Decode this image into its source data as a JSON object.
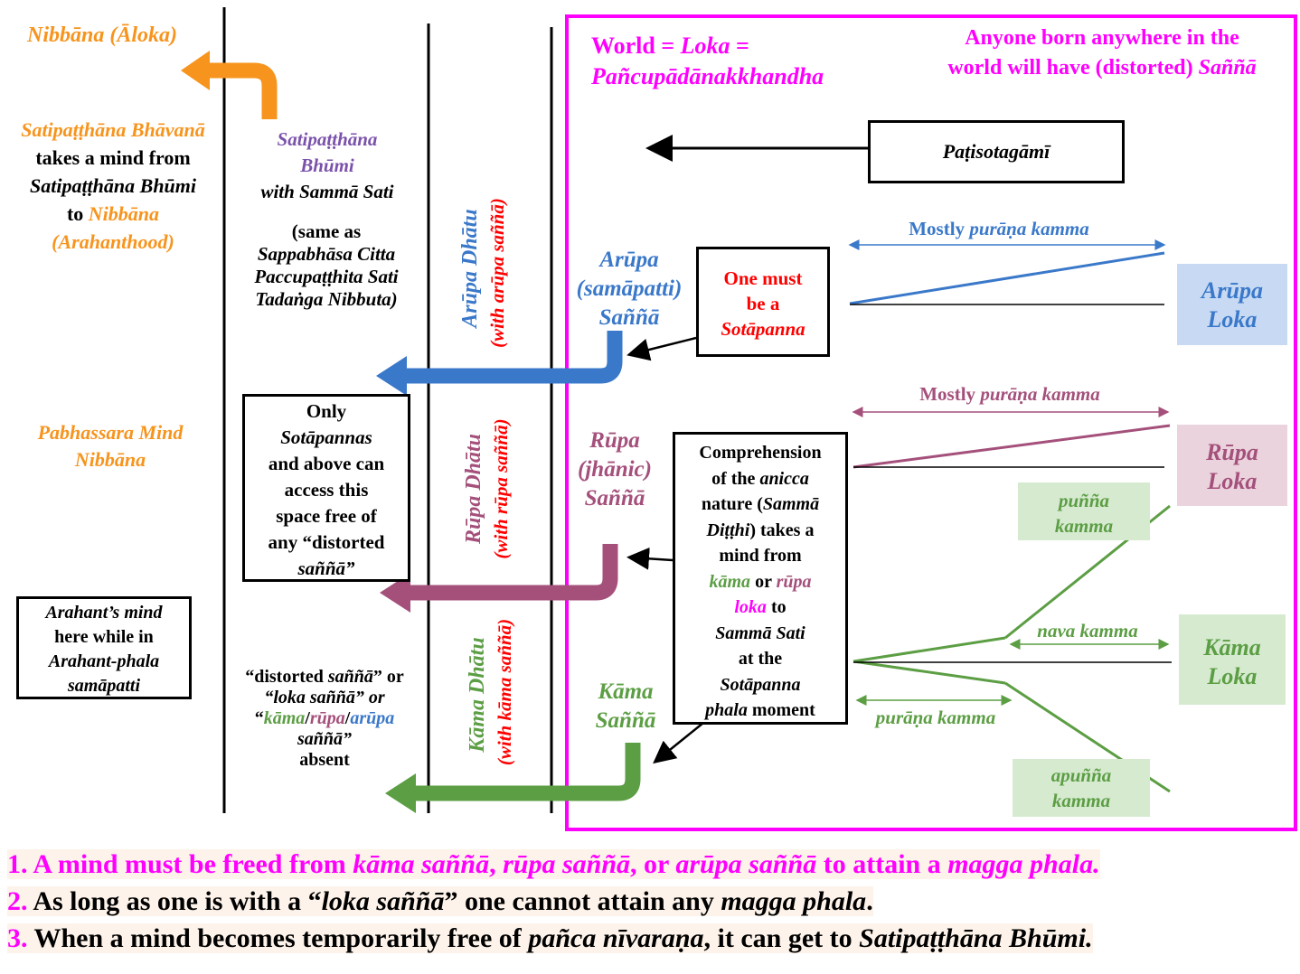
{
  "title_world_1": "World = ",
  "title_world_loka": "Loka",
  "title_world_2": " =",
  "title_world_3": "Pañcupādānakkhandha",
  "anyone_1": "Anyone born anywhere in the",
  "anyone_2": "world will have (distorted) ",
  "anyone_sanna": "Saññā",
  "nibbana_aloka": "Nibbāna (Āloka)",
  "sb_1": "Satipaṭṭhāna Bhāvanā",
  "sb_2": "takes a mind from",
  "sb_3": "Satipaṭṭhāna Bhūmi",
  "sb_4a": "to ",
  "sb_4b": "Nibbāna",
  "sb_5": "(Arahanthood)",
  "bhumi_1": "Satipaṭṭhāna",
  "bhumi_2": "Bhūmi",
  "bhumi_3": "with Sammā Sati",
  "same_1": "(same as",
  "same_2": "Sappabhāsa Citta",
  "same_3": "Paccupaṭṭhita Sati",
  "same_4": "Tadaṅga Nibbuta)",
  "pab_1": "Pabhassara Mind",
  "pab_2": "Nibbāna",
  "only": [
    "Only",
    "Sotāpannas",
    "and above can",
    "access this",
    "space free of",
    "any “distorted",
    "saññā”"
  ],
  "arahant": [
    "Arahant’s mind",
    "here while in",
    "Arahant-phala",
    "samāpatti"
  ],
  "distorted_1": "“distorted ",
  "distorted_1s": "saññā",
  "distorted_1e": "” or",
  "distorted_2": "“loka saññā” or",
  "distorted_3a": "“",
  "distorted_3k": "kāma",
  "distorted_3r": "rūpa",
  "distorted_3ar": "arūpa",
  "distorted_4": "saññā”",
  "distorted_5": "absent",
  "arupa_dhatu": "Arūpa Dhātu",
  "arupa_dhatu_sub": "(with arūpa saññā)",
  "rupa_dhatu": "Rūpa Dhātu",
  "rupa_dhatu_sub": "(with rūpa saññā)",
  "kama_dhatu": "Kāma Dhātu",
  "kama_dhatu_sub": "(with kāma saññā)",
  "arupa_sanna": [
    "Arūpa",
    "(samāpatti)",
    "Saññā"
  ],
  "rupa_sanna": [
    "Rūpa",
    "(jhānic)",
    "Saññā"
  ],
  "kama_sanna": [
    "Kāma",
    "Saññā"
  ],
  "patisotagami": "Paṭisotagāmī",
  "sotapanna_box": [
    "One must",
    "be a",
    "Sotāpanna"
  ],
  "comp": {
    "l1": "Comprehension",
    "l2a": "of the ",
    "l2b": "anicca",
    "l3a": "nature (",
    "l3b": "Sammā",
    "l4a": "Diṭṭhi",
    "l4b": ") takes a",
    "l5": "mind from",
    "l6a": "kāma",
    "l6b": " or ",
    "l6c": "rūpa",
    "l7a": "loka",
    "l7b": " to",
    "l8": "Sammā Sati",
    "l9": "at the",
    "l10": "Sotāpanna",
    "l11a": "phala",
    "l11b": " moment"
  },
  "mostly_1": "Mostly ",
  "mostly_2": "purāṇa kamma",
  "nava_kamma": "nava kamma",
  "purana_kamma": "purāṇa kamma",
  "punna": [
    "puñña",
    "kamma"
  ],
  "apunna": [
    "apuñña",
    "kamma"
  ],
  "arupa_loka": [
    "Arūpa",
    "Loka"
  ],
  "rupa_loka": [
    "Rūpa",
    "Loka"
  ],
  "kama_loka": [
    "Kāma",
    "Loka"
  ],
  "note1": {
    "n": "1. A mind must be freed from ",
    "a": "kāma saññā",
    "b": ", ",
    "c": "rūpa saññā",
    "d": ", or ",
    "e": "arūpa saññā",
    "f": " to attain a ",
    "g": "magga phala."
  },
  "note2": {
    "n": "2.",
    "a": " As long as one is with a “",
    "b": "loka saññā",
    "c": "” one cannot attain any ",
    "d": "magga phala",
    "e": "."
  },
  "note3": {
    "n": "3.",
    "a": " When a mind becomes temporarily free of ",
    "b": "pañca nīvaraṇa",
    "c": ", it can get to ",
    "d": "Satipaṭṭhāna Bhūmi."
  },
  "colors": {
    "orange": "#f7941d",
    "magenta": "#ff00ff",
    "blue": "#3a78c9",
    "plum": "#a4507b",
    "green": "#5c9e44",
    "purple": "#7b52ab"
  }
}
